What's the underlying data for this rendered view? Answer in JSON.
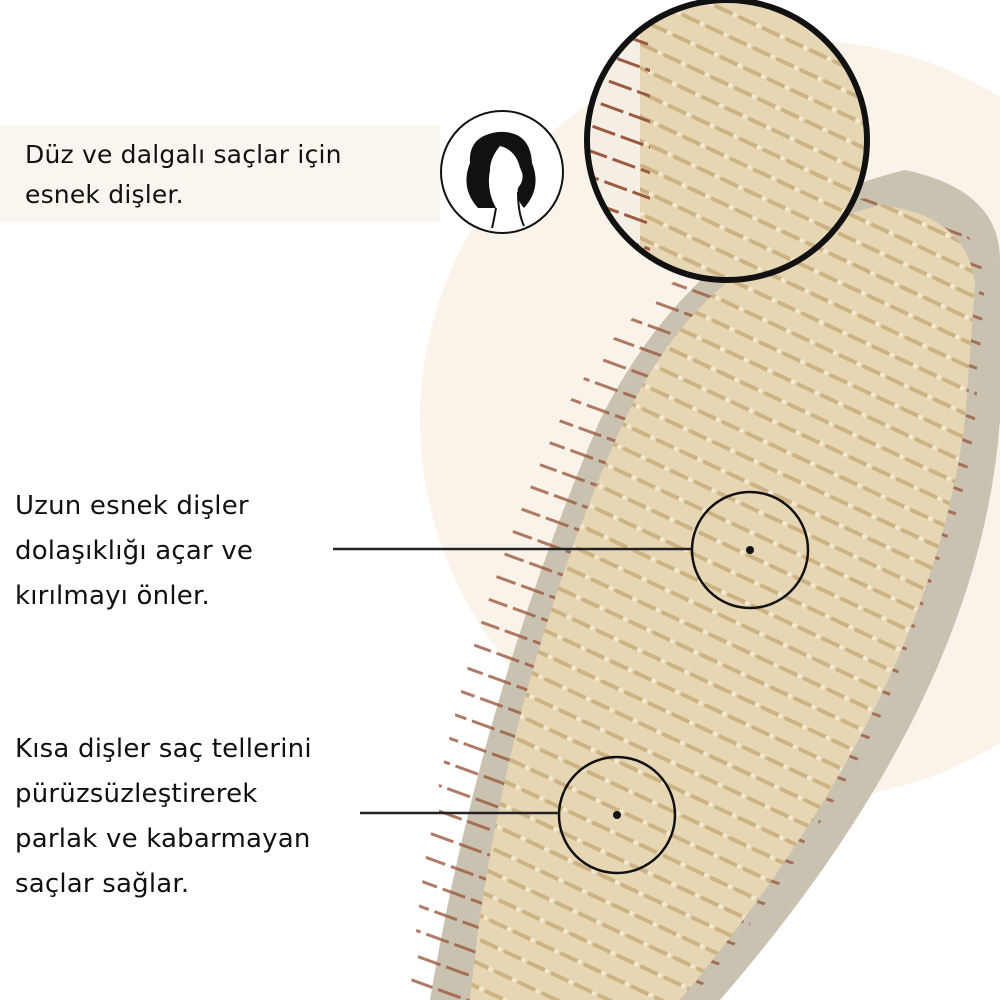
{
  "callouts": {
    "top": {
      "lines": [
        "Düz ve dalgalı saçlar için",
        "esnek dişler."
      ],
      "icon": "woman-wavy-hair-icon"
    },
    "middle": {
      "lines": [
        "Uzun esnek dişler",
        "dolaşıklığı açar ve",
        "kırılmayı önler."
      ]
    },
    "bottom": {
      "lines": [
        "Kısa dişler saç tellerini",
        "pürüzsüzleştirerek",
        "parlak ve kabarmayan",
        "saçlar sağlar."
      ]
    }
  },
  "colors": {
    "brush": "#e2d2b0",
    "teeth": "#d8c194",
    "tips": "#8a4a35",
    "rim": "#c9c2b0",
    "band": "#fbf5ef"
  }
}
